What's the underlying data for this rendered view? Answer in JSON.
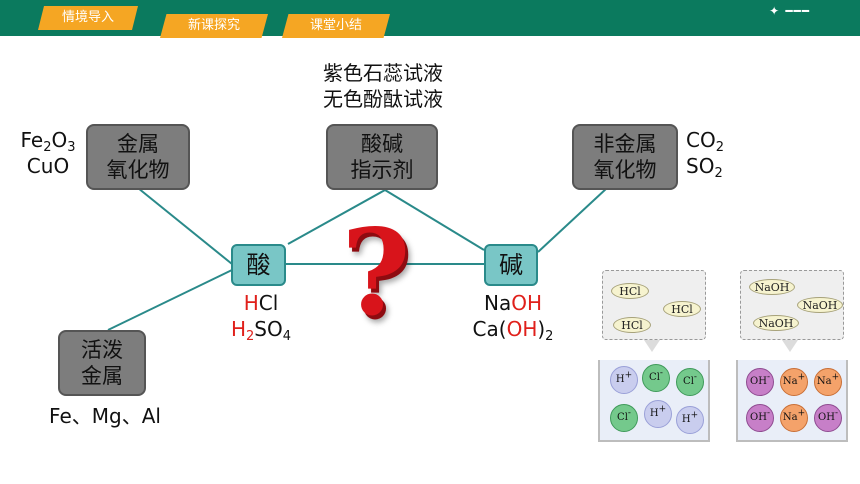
{
  "nav": {
    "tab_intro": "情境导入",
    "tab_explore": "新课探究",
    "tab_summary": "课堂小结"
  },
  "indicators": {
    "line1": "紫色石蕊试液",
    "line2": "无色酚酞试液"
  },
  "metal_oxide": {
    "line1": "金属",
    "line2": "氧化物",
    "example_fe_prefix": "Fe",
    "example_fe_sub1": "2",
    "example_fe_mid": "O",
    "example_fe_sub2": "3",
    "example_cuo": "CuO"
  },
  "indicator_box": {
    "line1": "酸碱",
    "line2": "指示剂"
  },
  "nonmetal_oxide": {
    "line1": "非金属",
    "line2": "氧化物",
    "example_co_prefix": "CO",
    "example_co_sub": "2",
    "example_so_prefix": "SO",
    "example_so_sub": "2"
  },
  "acid": {
    "label": "酸",
    "hcl_h": "H",
    "hcl_rest": "Cl",
    "h2so4_h": "H",
    "h2so4_sub1": "2",
    "h2so4_mid": "SO",
    "h2so4_sub2": "4"
  },
  "base": {
    "label": "碱",
    "naoh_na": "Na",
    "naoh_oh": "OH",
    "caoh_ca": "Ca(",
    "caoh_oh": "OH",
    "caoh_close": ")",
    "caoh_sub": "2"
  },
  "active_metal": {
    "line1": "活泼",
    "line2": "金属",
    "examples": "Fe、Mg、Al"
  },
  "question_mark": "?",
  "hcl_beaker": {
    "molecules": [
      "HCl",
      "HCl",
      "HCl"
    ],
    "ions": [
      {
        "symbol": "H",
        "charge": "+"
      },
      {
        "symbol": "Cl",
        "charge": "-"
      },
      {
        "symbol": "Cl",
        "charge": "-"
      },
      {
        "symbol": "Cl",
        "charge": "-"
      },
      {
        "symbol": "H",
        "charge": "+"
      },
      {
        "symbol": "H",
        "charge": "+"
      }
    ]
  },
  "naoh_beaker": {
    "molecules": [
      "NaOH",
      "NaOH",
      "NaOH"
    ],
    "ions": [
      {
        "symbol": "OH",
        "charge": "-"
      },
      {
        "symbol": "Na",
        "charge": "+"
      },
      {
        "symbol": "Na",
        "charge": "+"
      },
      {
        "symbol": "OH",
        "charge": "-"
      },
      {
        "symbol": "Na",
        "charge": "+"
      },
      {
        "symbol": "OH",
        "charge": "-"
      }
    ]
  },
  "colors": {
    "accent_red": "#e0201b",
    "question_red": "#d8141b",
    "line_teal": "#2a8a8a",
    "header_green": "#0b7a5e",
    "tab_orange": "#f5a623"
  }
}
